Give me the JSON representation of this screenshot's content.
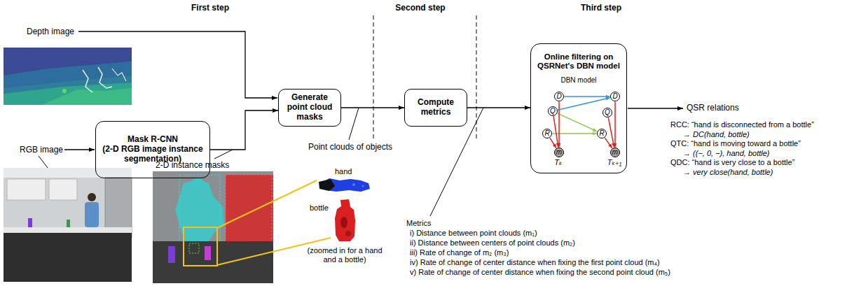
{
  "diagram": {
    "nodes": [
      {
        "text": [
          "Mask R-CNN",
          "(2-D RGB image instance segmentation)"
        ]
      },
      {
        "text": [
          "Generate point cloud masks"
        ]
      },
      {
        "text": [
          "Compute metrics"
        ]
      },
      {
        "text": [
          "Online filtering on QSRNet's DBN model",
          "DBN model"
        ]
      },
      {
        "text": [
          "D"
        ],
        "in": 3
      },
      {
        "text": [
          "Q"
        ],
        "in": 3
      },
      {
        "text": [
          "R"
        ],
        "in": 3
      },
      {
        "text": [
          "m"
        ],
        "in": 3
      },
      {
        "text": [
          "D"
        ],
        "in": 3
      },
      {
        "text": [
          "Q"
        ],
        "in": 3
      },
      {
        "text": [
          "R"
        ],
        "in": 3
      },
      {
        "text": [
          "m"
        ],
        "in": 3
      }
    ],
    "edges": [
      {
        "from": 0,
        "to": 1,
        "arrow": "to"
      },
      {
        "from": 1,
        "to": 2,
        "arrow": "to"
      },
      {
        "from": 2,
        "to": 3,
        "arrow": "to"
      },
      {
        "from": 4,
        "to": 8,
        "arrow": "to"
      },
      {
        "from": 5,
        "to": 8,
        "arrow": "to"
      },
      {
        "from": 5,
        "to": 10,
        "arrow": "to"
      },
      {
        "from": 6,
        "to": 10,
        "arrow": "to"
      },
      {
        "from": 4,
        "to": 7,
        "arrow": "to"
      },
      {
        "from": 5,
        "to": 7,
        "arrow": "to"
      },
      {
        "from": 6,
        "to": 7,
        "arrow": "to"
      },
      {
        "from": 8,
        "to": 11,
        "arrow": "to"
      },
      {
        "from": 9,
        "to": 11,
        "arrow": "to"
      },
      {
        "from": 10,
        "to": 11,
        "arrow": "to"
      }
    ],
    "labels": [
      "First step",
      "Second step",
      "Third step",
      "Depth image",
      "RGB image",
      "2-D instance masks",
      "Point clouds of objects",
      "hand",
      "bottle",
      "(zoomed in for a hand and a bottle)",
      "Metrics",
      "i) Distance between point clouds (m₁)",
      "ii) Distance between centers of point clouds (m₂)",
      "iii) Rate of change of m₂ (m₃)",
      "iv) Rate of change of center distance when fixing the first point cloud (m₄)",
      "v) Rate of change of center distance when fixing the second point cloud (m₅)",
      "Tₖ",
      "Tₖ₊₁",
      "QSR relations",
      "RCC: “hand is disconnected from a bottle”",
      "→ DC(hand, bottle)",
      "QTC: “hand is moving toward a bottle”",
      "→ ((−, 0, −), hand, bottle)",
      "QDC: “hand is very close to a bottle”",
      "→ very close(hand, bottle)"
    ]
  }
}
